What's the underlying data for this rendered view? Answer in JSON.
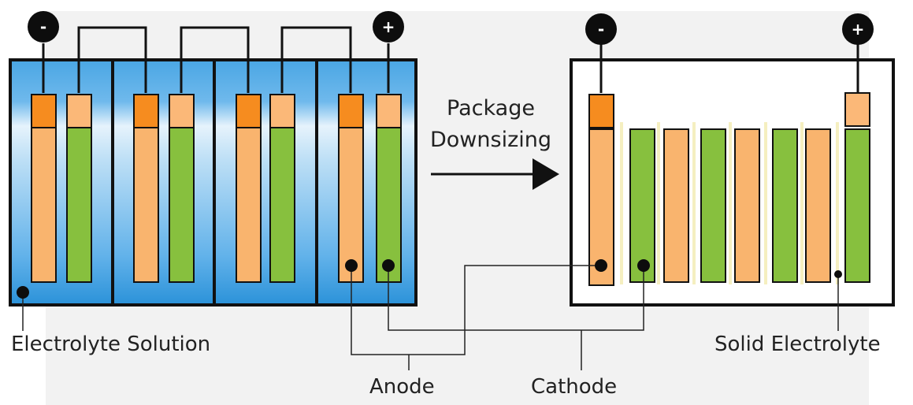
{
  "labels": {
    "electrolyte_solution": "Electrolyte Solution",
    "solid_electrolyte": "Solid Electrolyte",
    "anode": "Anode",
    "cathode": "Cathode",
    "package_downsizing": "Package Downsizing"
  },
  "terminals": {
    "left_negative": "-",
    "left_positive": "+",
    "right_negative": "-",
    "right_positive": "+"
  },
  "colors": {
    "anode": "#f9b46e",
    "cathode": "#87c03e",
    "tab": "#f68c1f",
    "tab_light": "#fbb878",
    "electrolyte_blue": "#3c9fe0",
    "outline": "#111111",
    "panel_bg": "#f2f2f2"
  }
}
